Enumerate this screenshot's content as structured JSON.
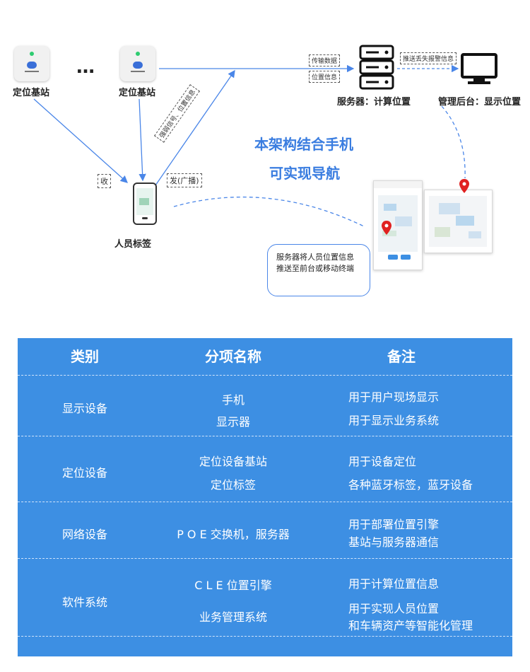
{
  "diagram": {
    "station_label": "定位基站",
    "ellipsis": "…",
    "server_label": "服务器：计算位置",
    "monitor_label": "管理后台：显示位置",
    "tag_label": "人员标签",
    "edge_transmit": "传输数据",
    "edge_position": "位置信息",
    "edge_push_alarm": "推送丢失报警信息",
    "edge_rssi": "强弱信号、位置信息",
    "edge_receive": "收",
    "edge_broadcast": "发(广播)",
    "headline_1": "本架构结合手机",
    "headline_2": "可实现导航",
    "bubble_line_1": "服务器将人员位置信息",
    "bubble_line_2": "推送至前台或移动终端"
  },
  "table": {
    "headers": [
      "类别",
      "分项名称",
      "备注"
    ],
    "rows": [
      {
        "category": "显示设备",
        "items": [
          "手机",
          "显示器"
        ],
        "notes": [
          "用于用户现场显示",
          "用于显示业务系统"
        ]
      },
      {
        "category": "定位设备",
        "items": [
          "定位设备基站",
          "定位标签"
        ],
        "notes": [
          "用于设备定位",
          "各种蓝牙标签，蓝牙设备"
        ]
      },
      {
        "category": "网络设备",
        "items": [
          "P O E 交换机，服务器"
        ],
        "notes": [
          "用于部署位置引擎",
          "基站与服务器通信"
        ]
      },
      {
        "category": "软件系统",
        "items": [
          "C L E 位置引擎",
          "业务管理系统"
        ],
        "notes": [
          "用于计算位置信息",
          "用于实现人员位置",
          "和车辆资产等智能化管理"
        ]
      }
    ]
  },
  "colors": {
    "accent": "#3d8fe3",
    "line": "#4a86e8",
    "headline": "#3a7de0",
    "pin": "#e02020"
  }
}
